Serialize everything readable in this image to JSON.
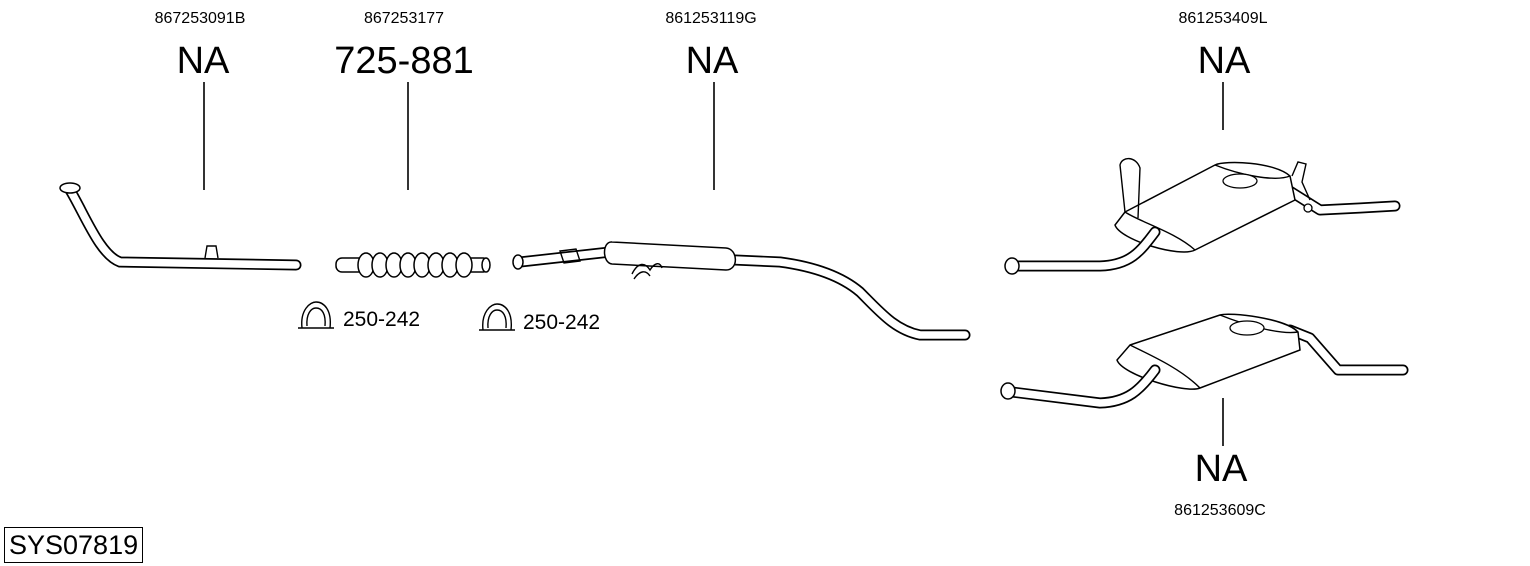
{
  "system_code": "SYS07819",
  "parts": [
    {
      "oem": "867253091B",
      "part_no": "NA"
    },
    {
      "oem": "867253177",
      "part_no": "725-881"
    },
    {
      "oem": "861253119G",
      "part_no": "NA"
    },
    {
      "oem": "861253409L",
      "part_no": "NA"
    },
    {
      "oem": "861253609C",
      "part_no": "NA"
    }
  ],
  "clamps": [
    {
      "part_no": "250-242"
    },
    {
      "part_no": "250-242"
    }
  ]
}
